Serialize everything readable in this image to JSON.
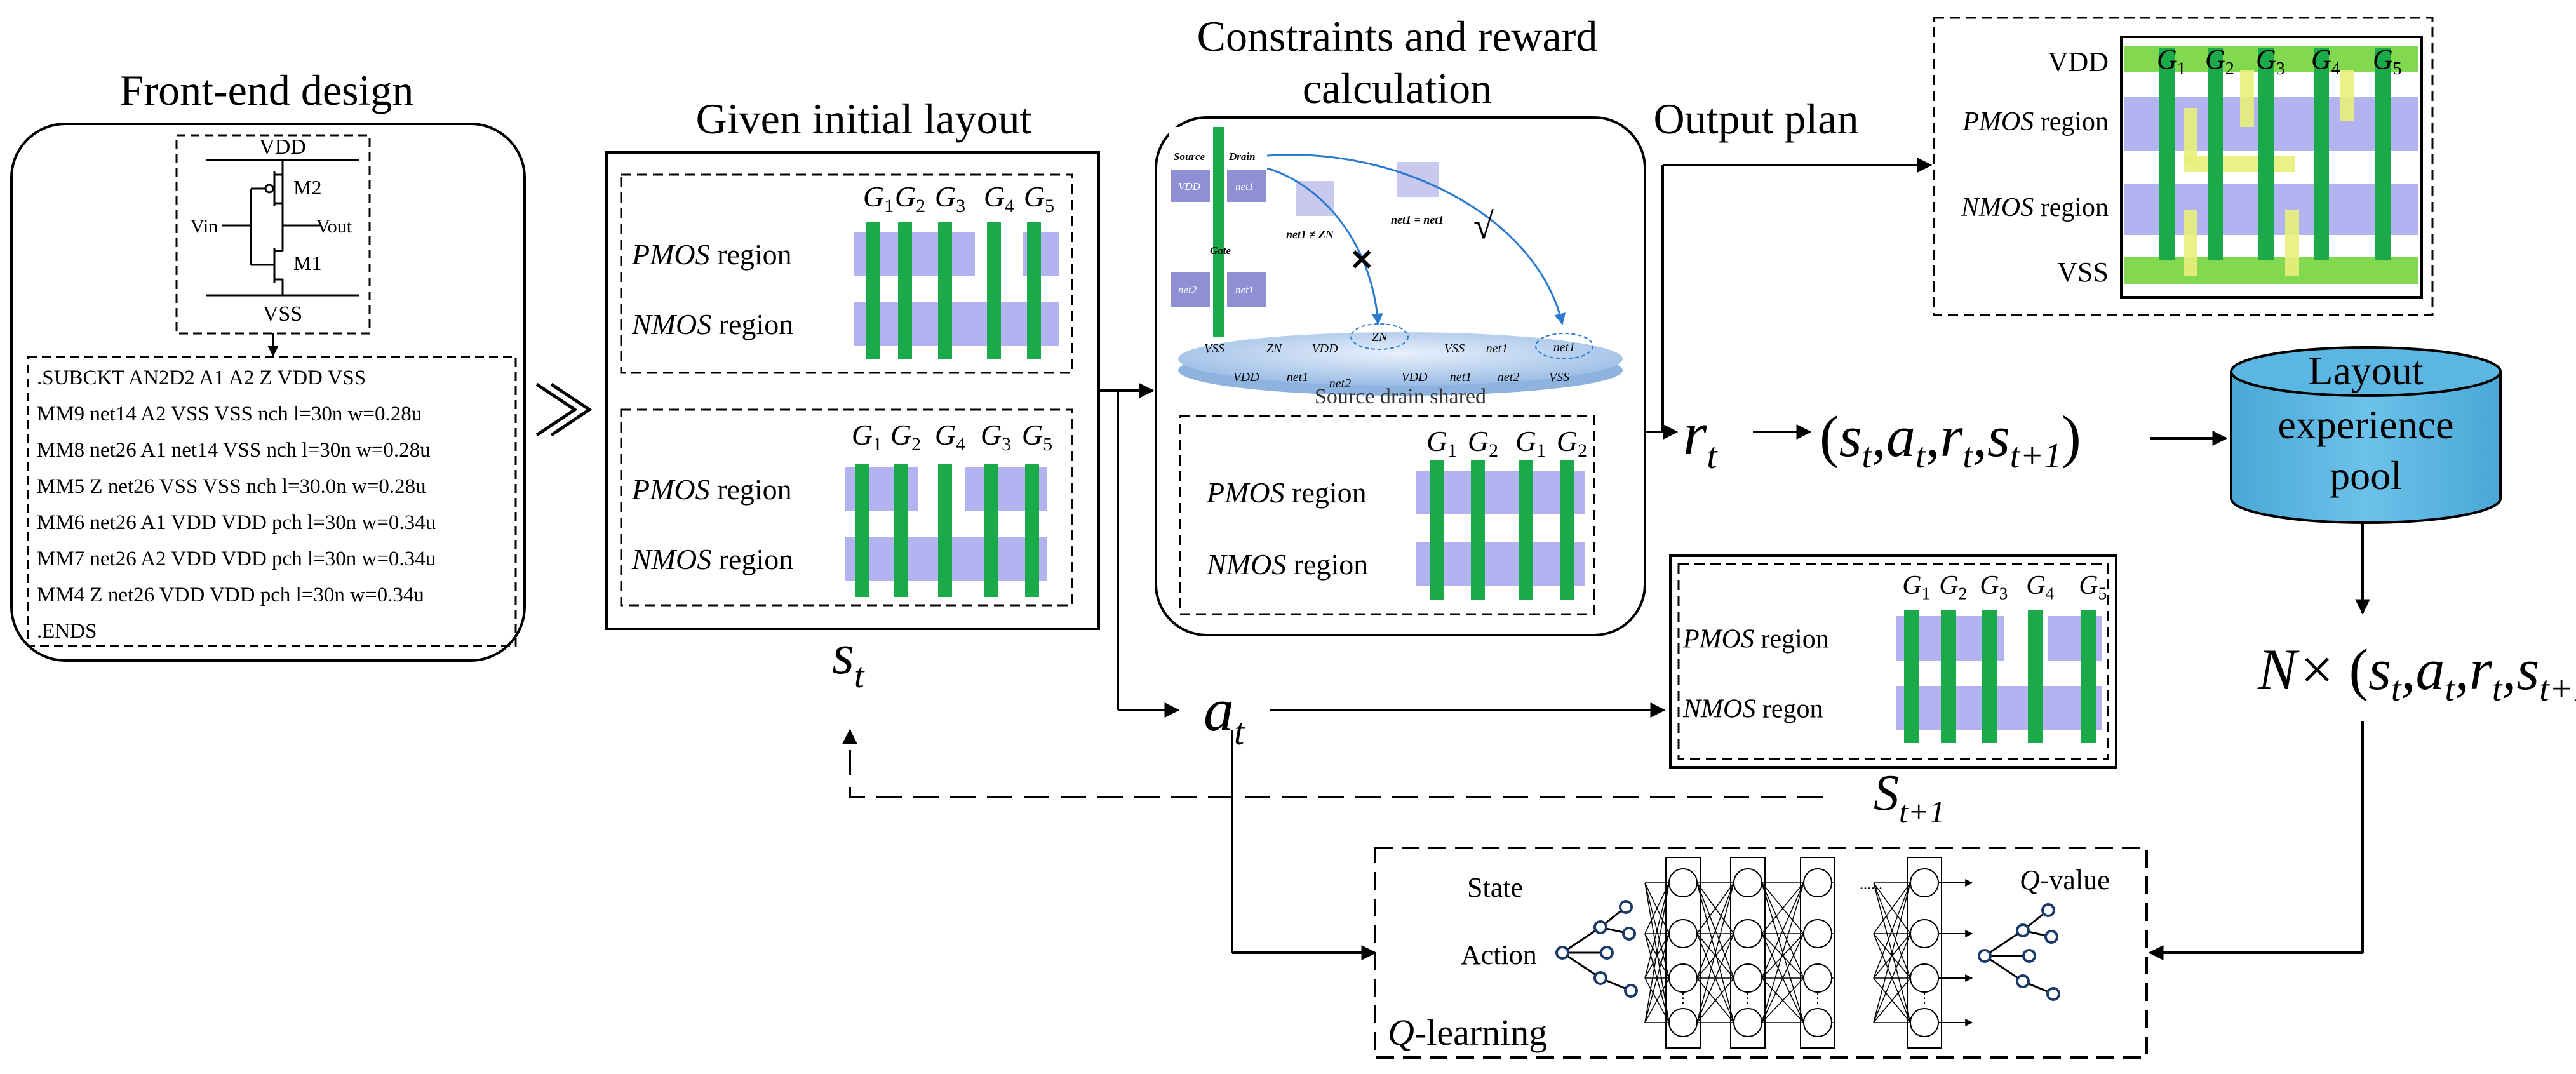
{
  "frontend": {
    "title": "Front-end design",
    "vdd": "VDD",
    "vss": "VSS",
    "m2": "M2",
    "m1": "M1",
    "vin": "Vin",
    "vout": "Vout",
    "netlist": [
      ".SUBCKT AN2D2 A1 A2 Z VDD VSS",
      "MM9 net14 A2 VSS VSS nch l=30n w=0.28u",
      "MM8 net26 A1 net14 VSS nch l=30n w=0.28u",
      "MM5 Z net26 VSS VSS nch l=30.0n w=0.28u",
      "MM6 net26 A1 VDD VDD pch l=30n w=0.34u",
      "MM7 net26 A2 VDD VDD pch l=30n w=0.34u",
      "MM4 Z net26 VDD VDD pch l=30n w=0.34u",
      ".ENDS"
    ]
  },
  "initial": {
    "title": "Given initial layout",
    "state_label": "s",
    "state_sub": "t",
    "pmos_word": "PMOS",
    "nmos_word": "NMOS",
    "region_word": "region",
    "top_gates": [
      [
        "G",
        "1"
      ],
      [
        "G",
        "2"
      ],
      [
        "G",
        "3"
      ],
      [
        "G",
        "4"
      ],
      [
        "G",
        "5"
      ]
    ],
    "bottom_gates": [
      [
        "G",
        "1"
      ],
      [
        "G",
        "2"
      ],
      [
        "G",
        "4"
      ],
      [
        "G",
        "3"
      ],
      [
        "G",
        "5"
      ]
    ]
  },
  "constraints": {
    "title_line1": "Constraints and reward",
    "title_line2": "calculation",
    "source": "Source",
    "drain": "Drain",
    "gate": "Gate",
    "cell_vdd": "VDD",
    "cell_net1": "net1",
    "cell_net2": "net2",
    "neq_label": "net1 ≠ ZN",
    "eq_label": "net1 = net1",
    "cross": "✕",
    "check": "√",
    "disk_label": "Source drain shared",
    "disk_row1": [
      "VSS",
      "ZN",
      "VDD",
      "ZN",
      "VSS",
      "net1",
      "net1"
    ],
    "disk_row2": [
      "VDD",
      "net1",
      "net2",
      "VDD",
      "net1",
      "net2",
      "VSS"
    ],
    "pmos_word": "PMOS",
    "nmos_word": "NMOS",
    "region_word": "region",
    "gates": [
      [
        "G",
        "1"
      ],
      [
        "G",
        "2"
      ],
      [
        "G",
        "1"
      ],
      [
        "G",
        "2"
      ]
    ]
  },
  "output": {
    "title": "Output plan",
    "vdd": "VDD",
    "vss": "VSS",
    "pmos_word": "PMOS",
    "nmos_word": "NMOS",
    "region_word": "region",
    "gates": [
      [
        "G",
        "1"
      ],
      [
        "G",
        "2"
      ],
      [
        "G",
        "3"
      ],
      [
        "G",
        "4"
      ],
      [
        "G",
        "5"
      ]
    ]
  },
  "reward": {
    "r": "r",
    "r_sub": "t"
  },
  "tuple": {
    "open": "(",
    "s": "s",
    "s_sub": "t",
    "a": "a",
    "a_sub": "t",
    "r": "r",
    "r_sub": "t",
    "s2": "s",
    "s2_sub": "t+1",
    "comma": ",",
    "close": ")"
  },
  "pool": {
    "line1": "Layout",
    "line2": "experience",
    "line3": "pool"
  },
  "batch": {
    "n": "N×"
  },
  "action": {
    "a": "a",
    "a_sub": "t"
  },
  "next_state": {
    "label": "S",
    "label_sub": "t+1",
    "pmos_word": "PMOS",
    "nmos_word": "NMOS",
    "pmos_suffix": "region",
    "nmos_suffix": "regon",
    "gates": [
      [
        "G",
        "1"
      ],
      [
        "G",
        "2"
      ],
      [
        "G",
        "3"
      ],
      [
        "G",
        "4"
      ],
      [
        "G",
        "5"
      ]
    ]
  },
  "qlearning": {
    "state": "State",
    "action": "Action",
    "q_letter": "Q",
    "value_suffix": "-value",
    "learning_suffix": "-learning",
    "dots": "......"
  },
  "colors": {
    "gate_green": "#1aaa4a",
    "region_blue": "#b3b3f2",
    "rail_green": "#82d84e",
    "highlight_yellow": "#e7f07a",
    "pool_blue": "#5bb6e2",
    "arrow_blue": "#2a7ad1",
    "cell_purple": "#8f8fd6"
  }
}
